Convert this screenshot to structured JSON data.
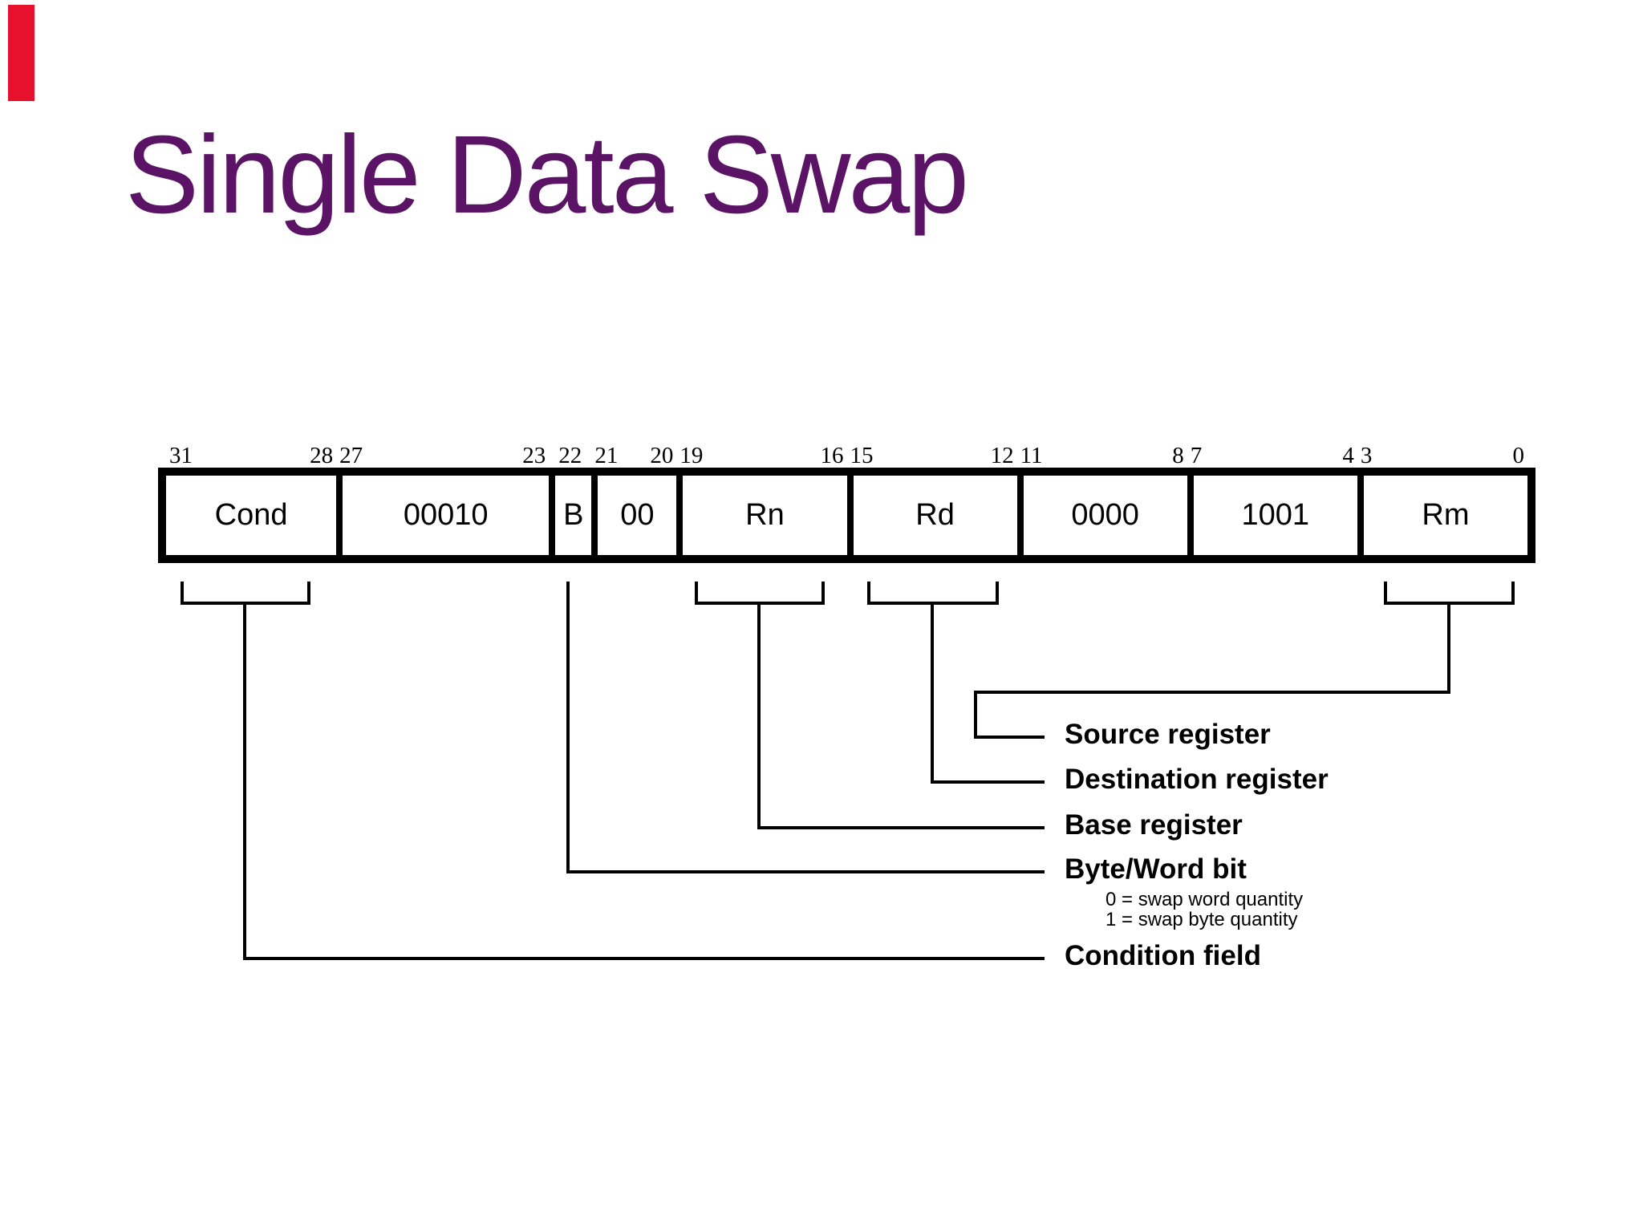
{
  "slide": {
    "title": "Single Data Swap",
    "title_color": "#5b1365",
    "accent_bar_color": "#e8112d"
  },
  "diagram": {
    "bit_fields": [
      {
        "name": "Cond",
        "bits": 4,
        "hi": "31",
        "lo": "28"
      },
      {
        "name": "00010",
        "bits": 5,
        "hi": "27",
        "lo": "23"
      },
      {
        "name": "B",
        "bits": 1,
        "hi": "22",
        "lo": ""
      },
      {
        "name": "00",
        "bits": 2,
        "hi": "21",
        "lo": "20"
      },
      {
        "name": "Rn",
        "bits": 4,
        "hi": "19",
        "lo": "16"
      },
      {
        "name": "Rd",
        "bits": 4,
        "hi": "15",
        "lo": "12"
      },
      {
        "name": "0000",
        "bits": 4,
        "hi": "11",
        "lo": "8"
      },
      {
        "name": "1001",
        "bits": 4,
        "hi": "7",
        "lo": "4"
      },
      {
        "name": "Rm",
        "bits": 4,
        "hi": "3",
        "lo": "0"
      }
    ],
    "legend": {
      "source_register": "Source register",
      "destination_register": "Destination register",
      "base_register": "Base register",
      "byte_word_bit": "Byte/Word bit",
      "byte_word_note_0": "0 = swap word quantity",
      "byte_word_note_1": "1 = swap byte quantity",
      "condition_field": "Condition field"
    }
  }
}
